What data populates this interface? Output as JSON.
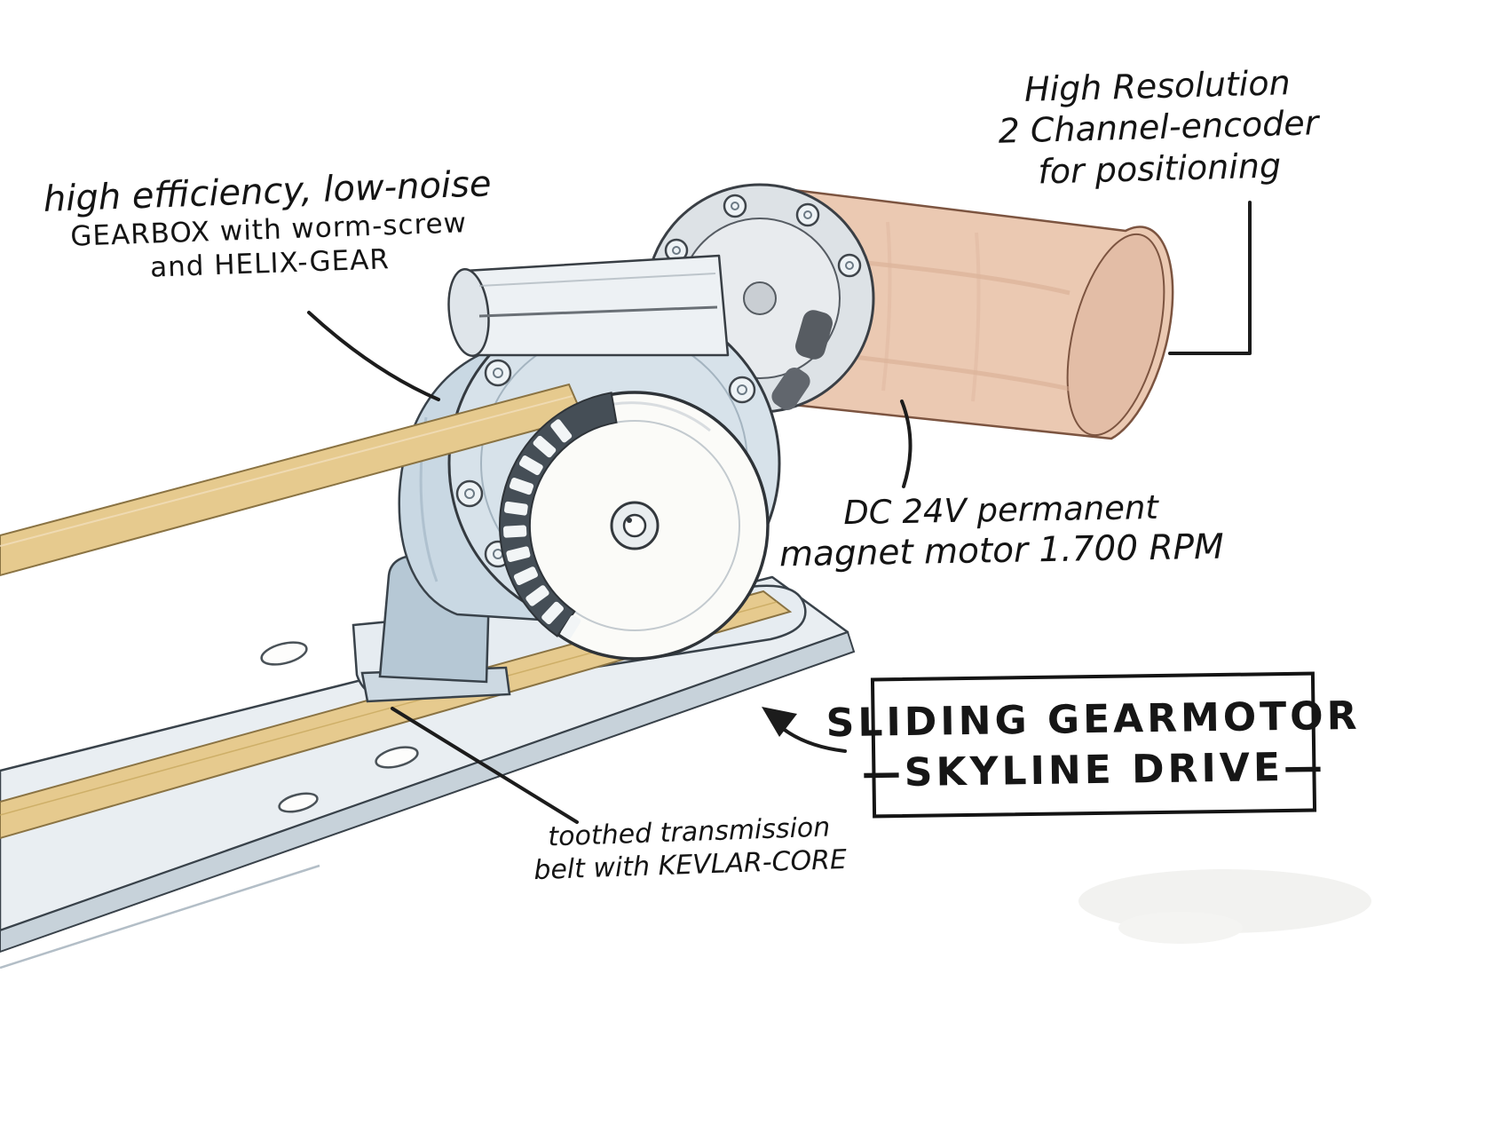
{
  "colors": {
    "ink": "#1c1c1c",
    "paper": "#ffffff",
    "motor_body": "#ebc9b2",
    "motor_endcap": "#e3bda6",
    "gearbox_flange": "#d7e2ea",
    "gearbox_housing": "#c9d8e3",
    "belt": "#e6ca8e",
    "rail": "#e9eef2",
    "pulley": "#fbfbf8"
  },
  "sketch": {
    "annotations": {
      "encoder": {
        "line1": "High Resolution",
        "line2": "2 Channel-encoder",
        "line3": "for positioning"
      },
      "gearbox": {
        "line1": "high efficiency, low-noise",
        "line2": "GEARBOX with worm-screw",
        "line3": "and HELIX-GEAR"
      },
      "motor": {
        "line1": "DC 24V permanent",
        "line2": "magnet motor 1.700 RPM"
      },
      "belt": {
        "line1": "toothed transmission",
        "line2": "belt with KEVLAR-CORE"
      }
    },
    "title_box": {
      "line1": "SLIDING GEARMOTOR",
      "line2": "—SKYLINE DRIVE—"
    }
  }
}
